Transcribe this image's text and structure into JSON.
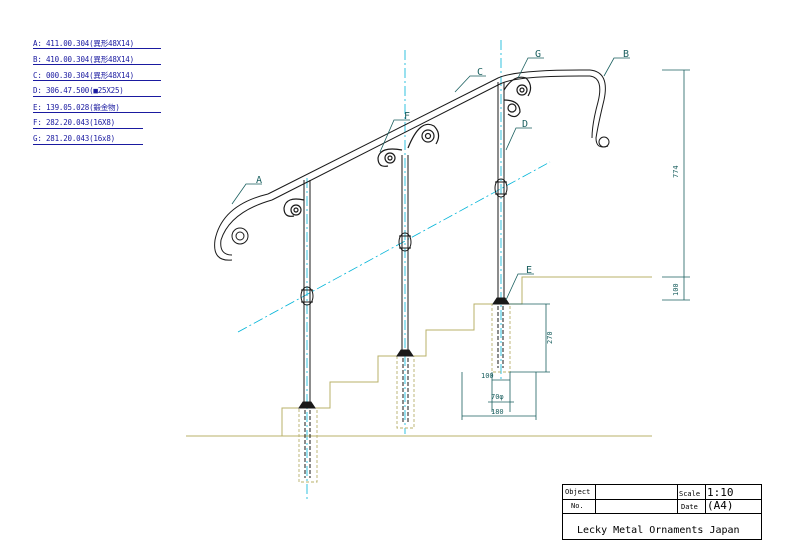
{
  "legend": [
    {
      "letter": "A",
      "text": "A: 411.00.304(異形48X14)"
    },
    {
      "letter": "B",
      "text": "B: 410.00.304(異形48X14)"
    },
    {
      "letter": "C",
      "text": "C: 000.30.304(異形48X14)"
    },
    {
      "letter": "D",
      "text": "D: 306.47.500(■25X25)"
    },
    {
      "letter": "E",
      "text": "E: 139.05.028(鍛金物)"
    },
    {
      "letter": "F",
      "text": "F: 282.20.043(16X8)"
    },
    {
      "letter": "G",
      "text": "G: 281.20.043(16x8)"
    }
  ],
  "callouts": {
    "A": "A",
    "B": "B",
    "C": "C",
    "D": "D",
    "E": "E",
    "F": "F",
    "G": "G"
  },
  "dimensions": {
    "height_total": "774",
    "height_step": "100",
    "embed_depth": "270",
    "post_width": "100",
    "hole_dia": "70φ",
    "footing_width": "180"
  },
  "title_block": {
    "object_label": "Object",
    "no_label": "No.",
    "scale_label": "Scale",
    "date_label": "Date",
    "scale_value": "1:10 (A4)",
    "company": "Lecky Metal Ornaments Japan"
  },
  "colors": {
    "handrail": "#1a1a1a",
    "post": "#1a1a1a",
    "centerline": "#00b4d8",
    "stairs": "#b8b06a",
    "dimension": "#1a5f5f",
    "legend_text": "#1a1aa0",
    "hidden": "#000000"
  }
}
